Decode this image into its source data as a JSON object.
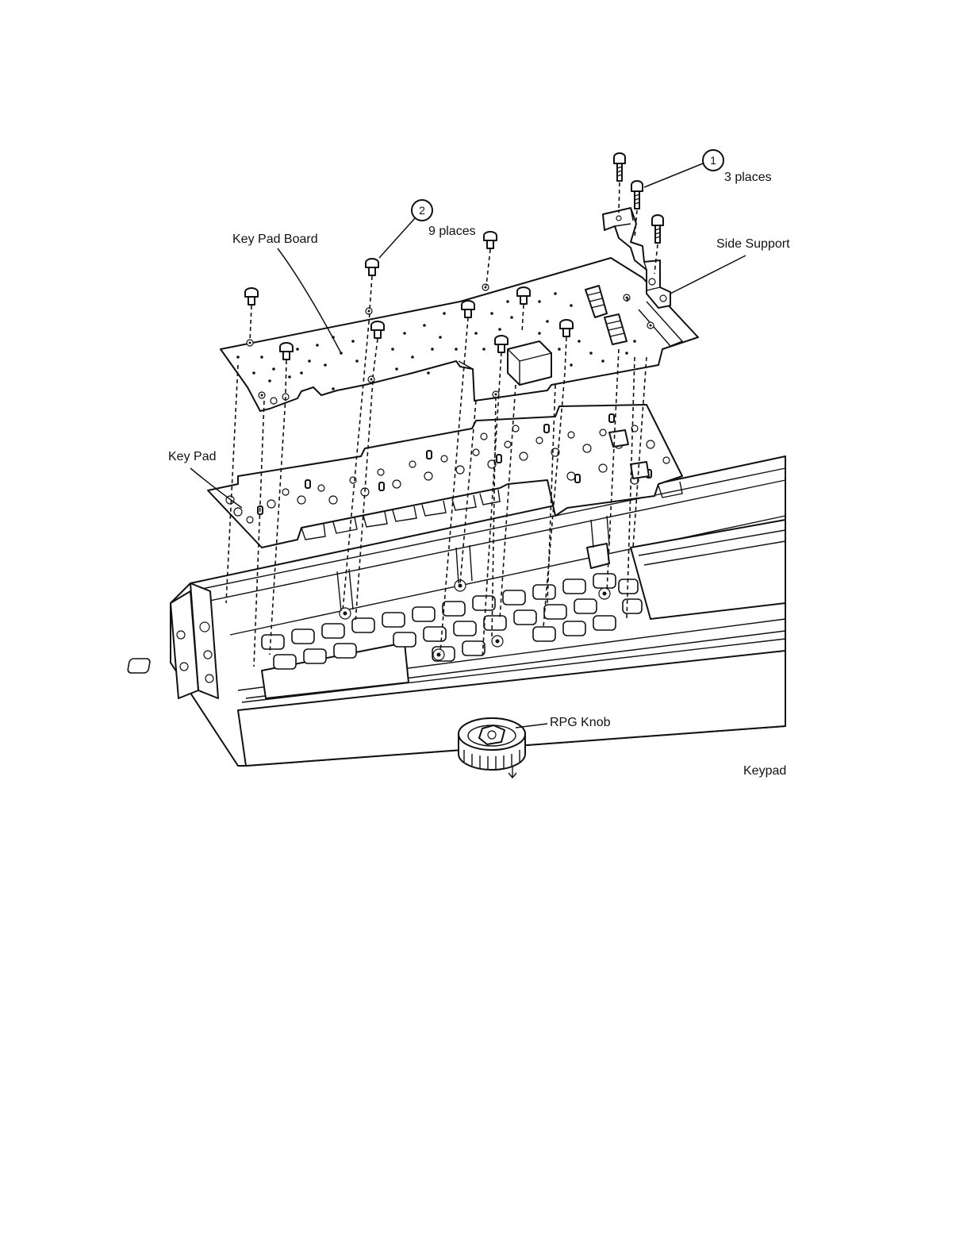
{
  "labels": {
    "key_pad_board": "Key Pad Board",
    "key_pad": "Key Pad",
    "side_support": "Side Support",
    "rpg_knob": "RPG Knob",
    "figure_caption": "Keypad"
  },
  "callouts": [
    {
      "number": "1",
      "text": "3 places"
    },
    {
      "number": "2",
      "text": "9 places"
    }
  ]
}
